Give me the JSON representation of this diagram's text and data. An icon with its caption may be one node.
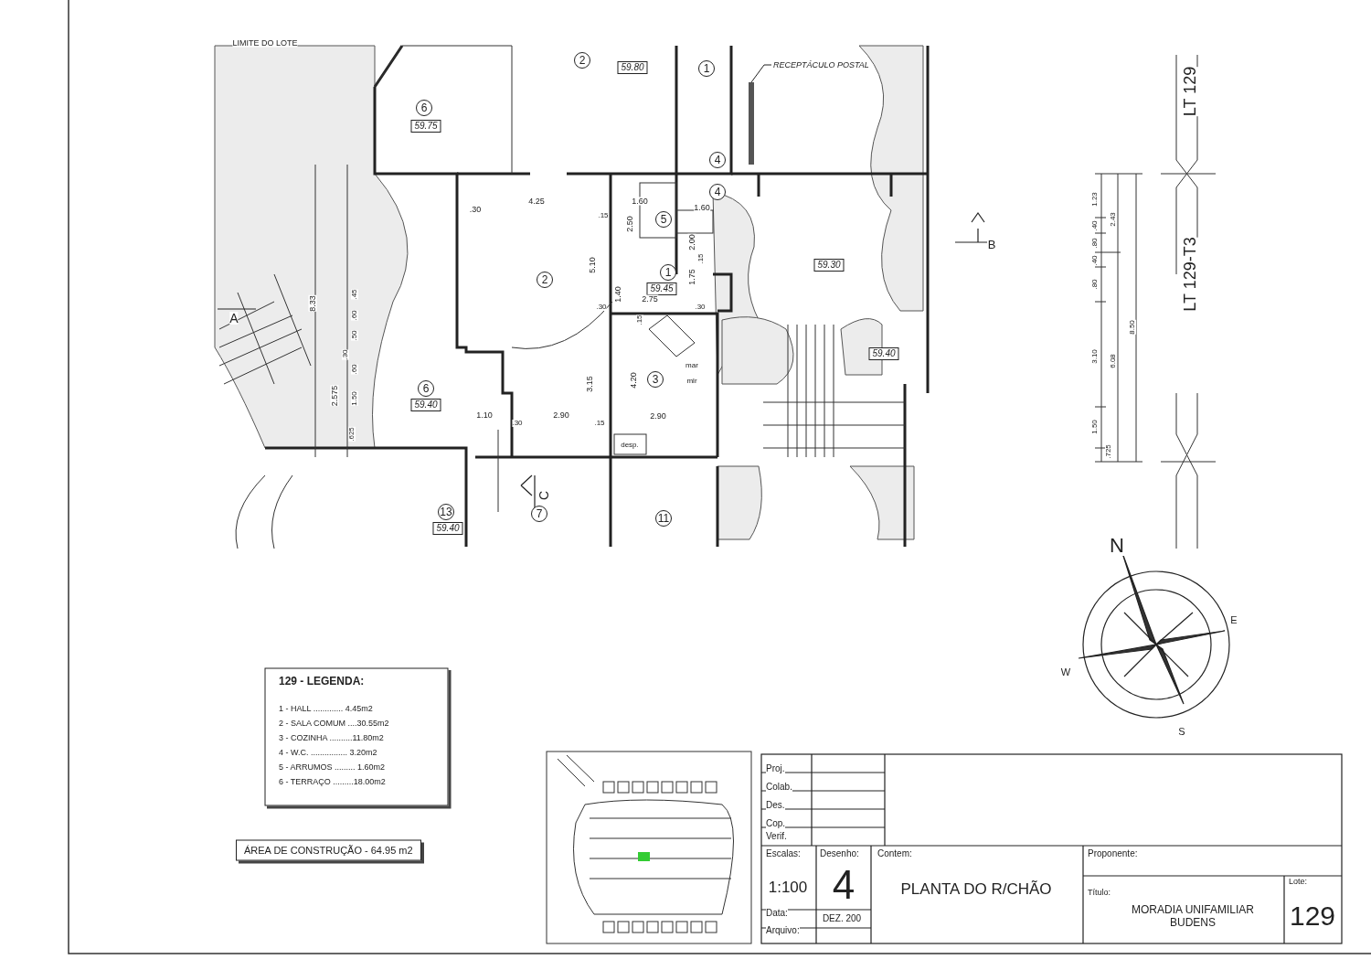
{
  "diagram": {
    "nodes": [
      {
        "text": [
          "RECEPTÁCULO POSTAL"
        ]
      },
      {
        "text": [],
        "shape": "box"
      }
    ],
    "edges": [
      {
        "from": 0,
        "to": 1,
        "arrow": "none"
      }
    ],
    "labels": [
      "LIMITE DO LOTE",
      "2",
      "59.80",
      "1",
      "6",
      "59.75",
      "4",
      "4",
      "4.25",
      ".30",
      "1.60",
      "1.60",
      "5",
      "2.50",
      "2.00",
      ".15",
      "2",
      "5.10",
      "1",
      "59.45",
      "1.75",
      ".15",
      "59.30",
      "B",
      "A",
      "8.33",
      ".45",
      ".60",
      ".50",
      ".30",
      ".60",
      "1.50",
      "2.575",
      ".625",
      "1.40",
      "2.75",
      ".30",
      ".30",
      ".15",
      "3",
      "3.15",
      "4.20",
      "mar",
      "mlr",
      "6",
      "59.40",
      "1.10",
      ".30",
      "2.90",
      ".15",
      "2.90",
      "desp.",
      "59.40",
      "13",
      "59.40",
      "C",
      "7",
      "11",
      "1.23",
      ".40",
      ".80",
      ".40",
      ".80",
      "3.10",
      "1.50",
      ".725",
      "2.43",
      "6.08",
      "8.50",
      "LT 129",
      "LT 129-T3",
      "N",
      "E",
      "W",
      "S",
      "129 - LEGENDA:",
      "1 - HALL ............. 4.45m2",
      "2 - SALA COMUM ....30.55m2",
      "3 - COZINHA ..........11.80m2",
      "4 - W.C. ................ 3.20m2",
      "5 - ARRUMOS ......... 1.60m2",
      "6 - TERRAÇO .........18.00m2",
      "ÁREA DE CONSTRUÇÃO - 64.95 m2",
      "Proj.",
      "Colab.",
      "Des.",
      "Cop.",
      "Verif.",
      "Escalas:",
      "Desenho:",
      "Contem:",
      "Proponente:",
      "1:100",
      "4",
      "PLANTA DO R/CHÃO",
      "Título:",
      "MORADIA UNIFAMILIAR BUDENS",
      "Lote:",
      "129",
      "Data:",
      "DEZ. 200",
      "Arquivo:"
    ]
  }
}
